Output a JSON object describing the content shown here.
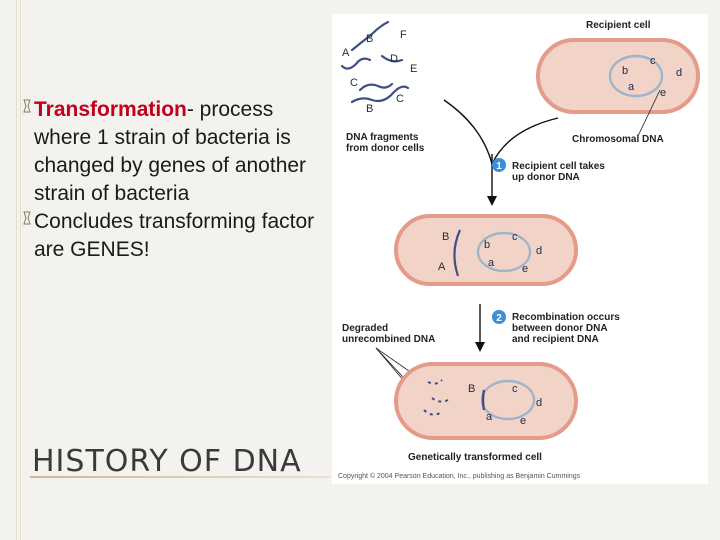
{
  "bullets": [
    {
      "keyword": "Transformation",
      "text": "- process where 1 strain of bacteria is changed by genes of another strain of bacteria"
    },
    {
      "keyword": "",
      "text": "Concludes transforming factor are GENES!"
    }
  ],
  "slide_title": "HISTORY OF DNA",
  "figure": {
    "recipient_cell": "Recipient cell",
    "chromosomal_dna": "Chromosomal DNA",
    "dna_fragments": "DNA fragments from donor cells",
    "step1_number": "1",
    "step1_text": "Recipient cell takes up donor DNA",
    "step2_number": "2",
    "step2_text": "Recombination occurs between donor DNA and recipient DNA",
    "degraded": "Degraded unrecombined DNA",
    "transformed": "Genetically transformed cell",
    "credit": "Copyright © 2004 Pearson Education, Inc., publishing as Benjamin Cummings",
    "fragment_genes": [
      "B",
      "F",
      "A",
      "D",
      "E",
      "C",
      "C",
      "B"
    ],
    "cell1_genes": [
      "b",
      "c",
      "d",
      "a",
      "e"
    ],
    "cell2_genes": [
      "B",
      "b",
      "c",
      "d",
      "A",
      "a",
      "e"
    ],
    "cell3_genes": [
      "B",
      "c",
      "d",
      "a",
      "e"
    ]
  },
  "colors": {
    "keyword": "#c0001c",
    "cell_fill": "#f2d3c8",
    "cell_border": "#e59a8a",
    "recipient_dna": "#9fb4c8",
    "donor_dna": "#3d4f86",
    "step_circle": "#3a8fd6"
  }
}
